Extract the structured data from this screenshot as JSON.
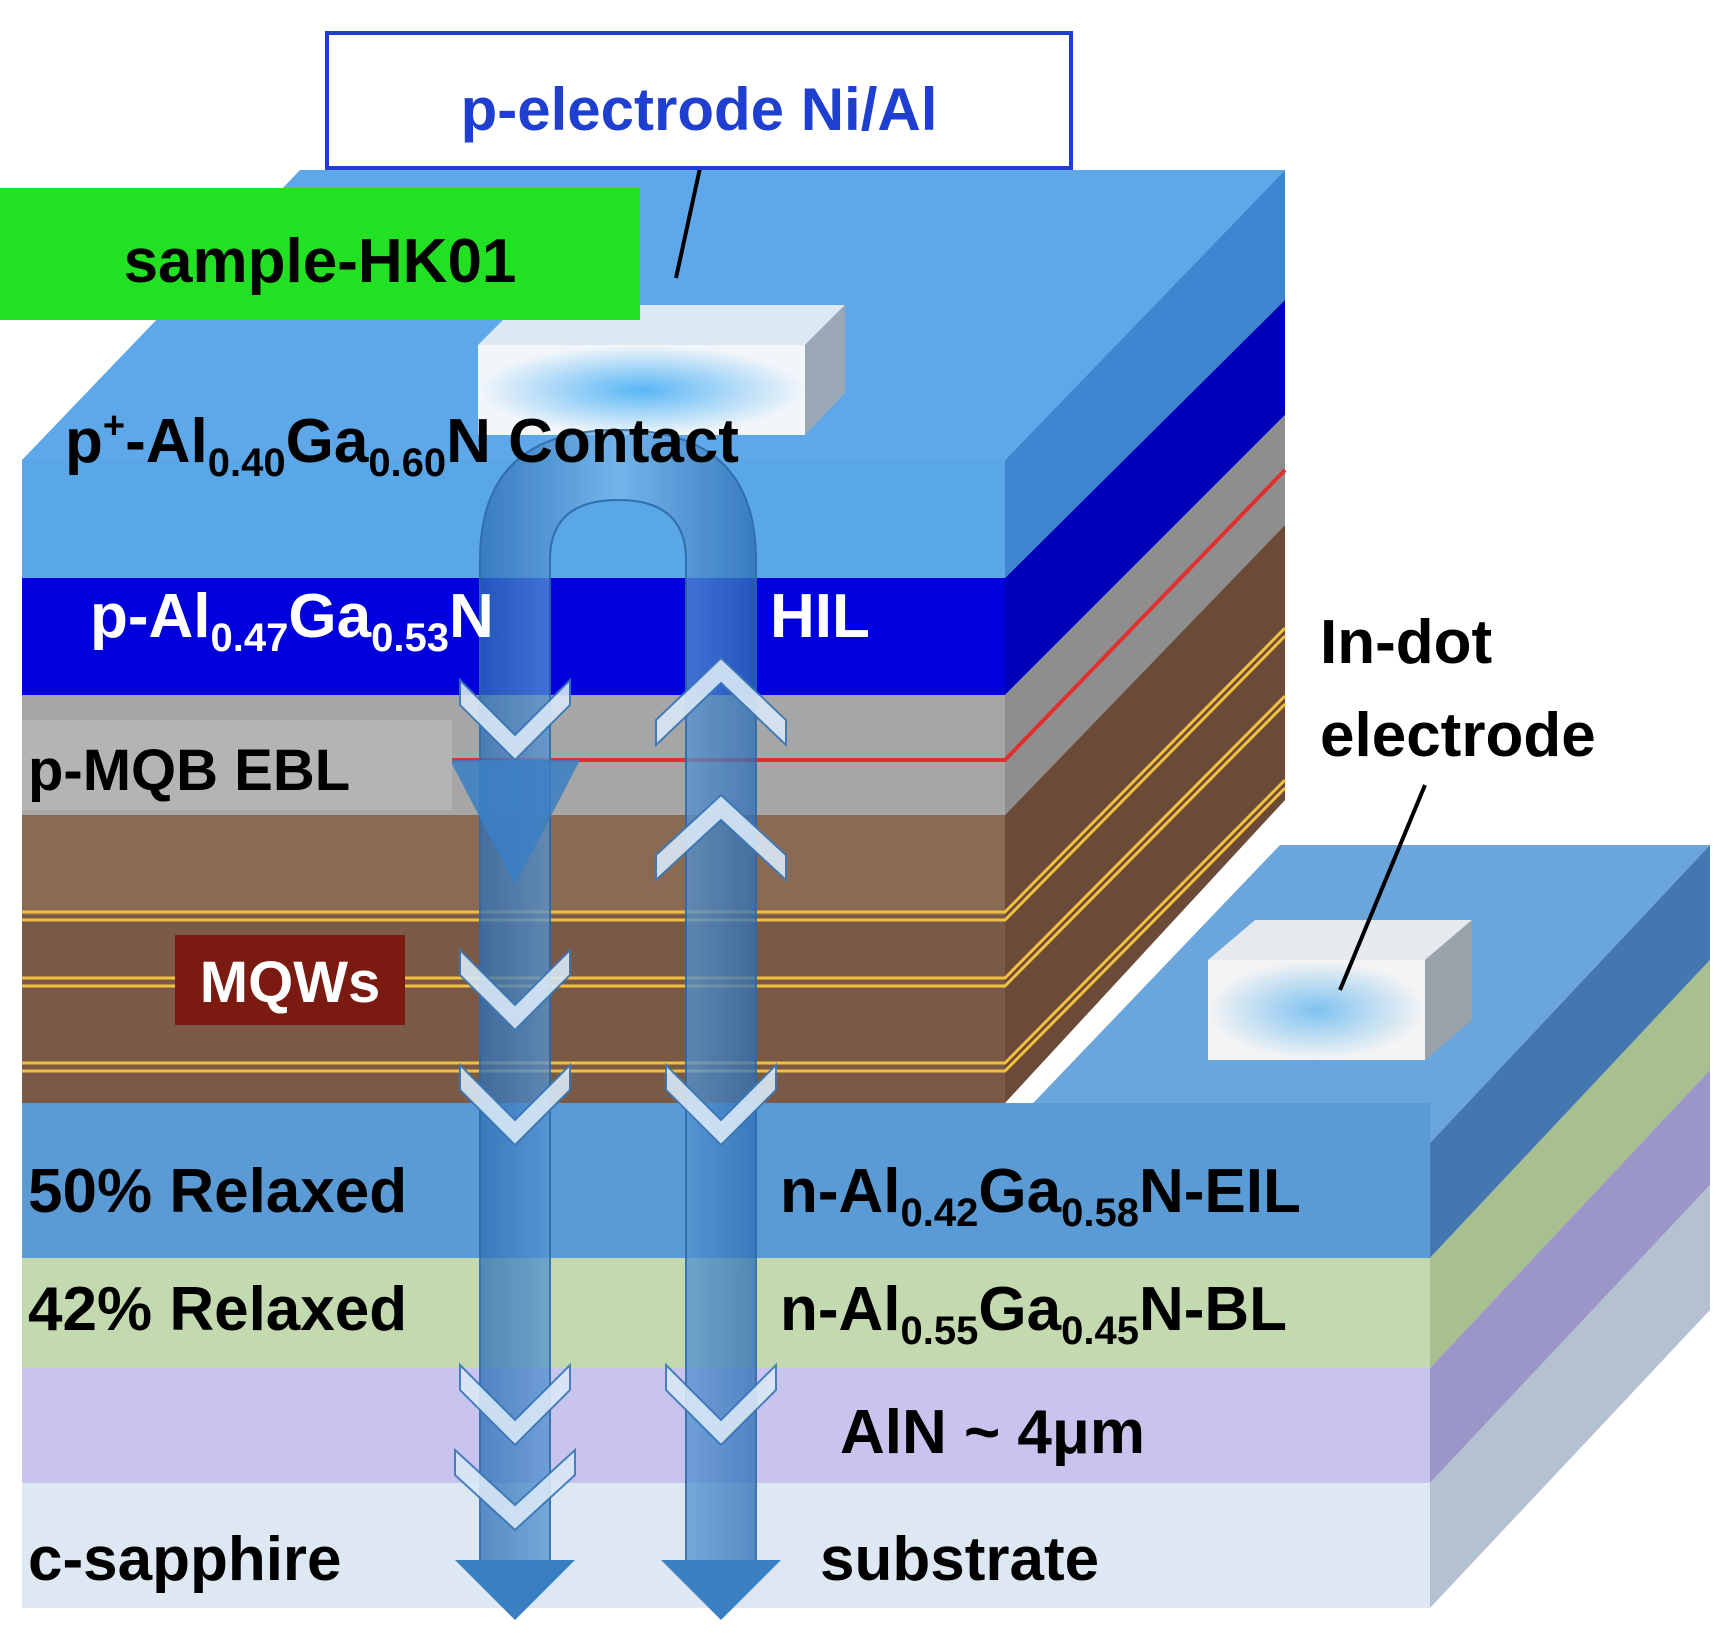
{
  "labels": {
    "p_electrode": "p-electrode  Ni/Al",
    "sample": "sample-HK01",
    "contact": {
      "a": "p",
      "sup": "+",
      "b": "-Al",
      "s1": "0.40",
      "c": "Ga",
      "s2": "0.60",
      "d": "N Contact"
    },
    "hil_left": {
      "a": "p-Al",
      "s1": "0.47",
      "b": "Ga",
      "s2": "0.53",
      "c": "N"
    },
    "hil_right": "HIL",
    "ebl": "p-MQB  EBL",
    "mqws": "MQWs",
    "in_dot": [
      "In-dot",
      "electrode"
    ],
    "eil_left": "50% Relaxed",
    "eil_right": {
      "a": "n-Al",
      "s1": "0.42",
      "b": "Ga",
      "s2": "0.58",
      "c": "N-EIL"
    },
    "bl_left": "42% Relaxed",
    "bl_right": {
      "a": "n-Al",
      "s1": "0.55",
      "b": "Ga",
      "s2": "0.45",
      "c": "N-BL"
    },
    "aln": "AlN ~ 4μm",
    "sapphire": "c-sapphire",
    "substrate": "substrate"
  },
  "colors": {
    "contact": "#5aa7e8",
    "hil": "#0000dd",
    "ebl": "#a6a6a6",
    "mqw": "#7a5a46",
    "mqw_line": "#f0c040",
    "ebl_line": "#e03030",
    "eil": "#5b9bd5",
    "bl": "#c3dab0",
    "aln": "#c8c4ee",
    "sapphire": "#dde8f2",
    "label_blue": "#1f3fd0",
    "sample_bg": "#22e022",
    "mqws_bg": "#7a1a10",
    "arrow": "#4a90d0"
  }
}
